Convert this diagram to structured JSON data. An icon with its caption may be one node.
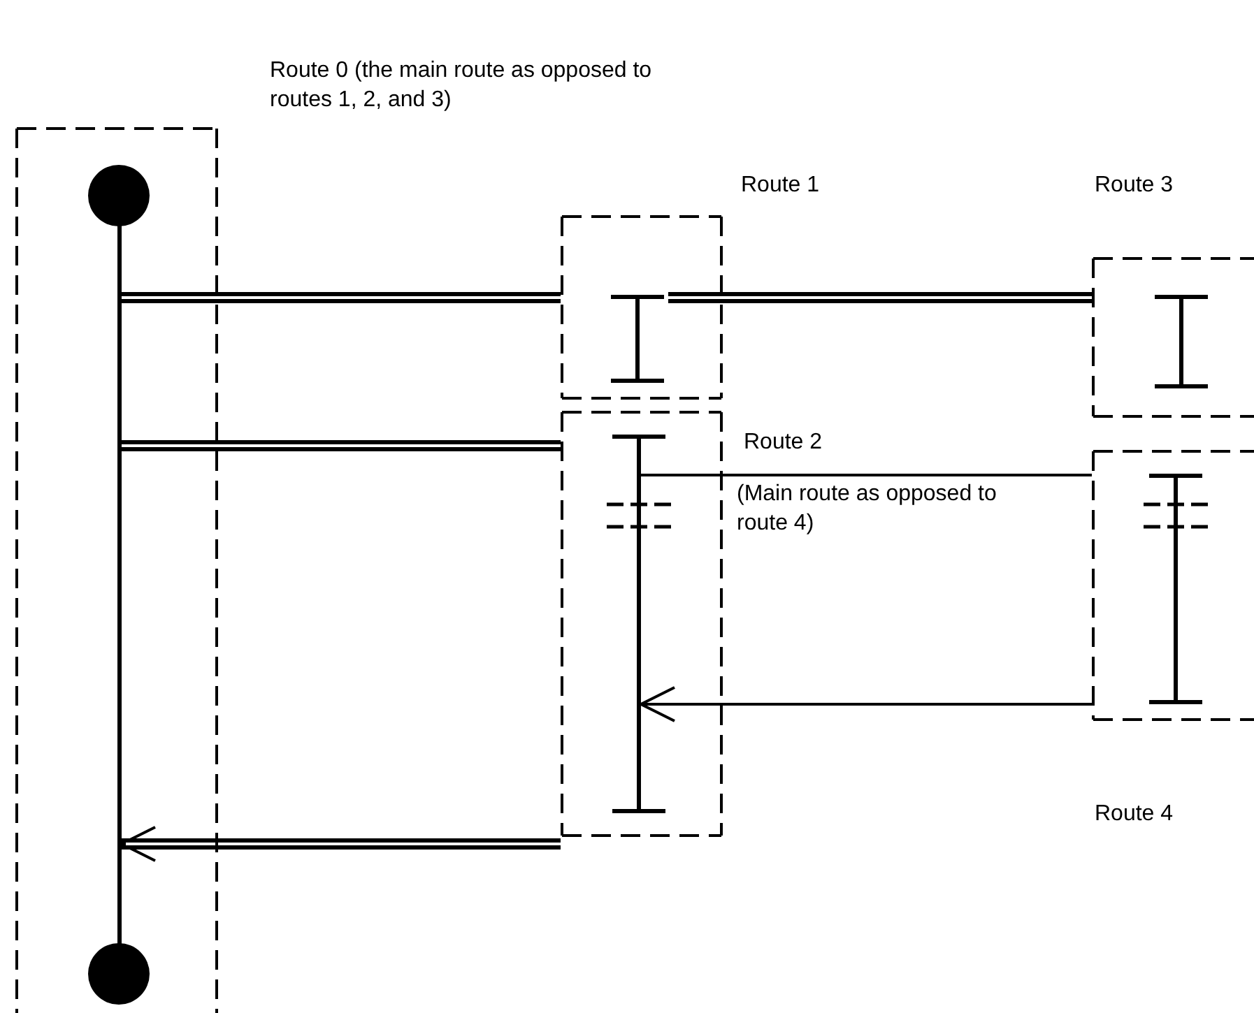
{
  "diagram": {
    "nodes": [
      {
        "text": [
          "Route 0 (the main route as opposed to routes 1, 2, and 3)"
        ]
      },
      {
        "text": [],
        "shape": "circle",
        "in": 0
      },
      {
        "text": [],
        "shape": "bar",
        "in": 0
      },
      {
        "text": [],
        "shape": "circle",
        "in": 0
      },
      {
        "text": [
          "Route 1"
        ]
      },
      {
        "text": [],
        "shape": "bar",
        "in": 4
      },
      {
        "text": [
          "Route 2",
          "(Main route as opposed to route 4)"
        ]
      },
      {
        "text": [],
        "shape": "bar",
        "in": 6
      },
      {
        "text": [
          "Route 3"
        ]
      },
      {
        "text": [],
        "shape": "bar",
        "in": 8
      },
      {
        "text": [
          "Route 4"
        ]
      },
      {
        "text": [],
        "shape": "bar",
        "in": 10
      }
    ],
    "edges": [
      {
        "from": 2,
        "to": 4,
        "arrow": "none"
      },
      {
        "from": 2,
        "to": 6,
        "arrow": "none"
      },
      {
        "from": 6,
        "to": 2,
        "arrow": "to"
      },
      {
        "from": 5,
        "to": 8,
        "arrow": "none"
      },
      {
        "from": 7,
        "to": 10,
        "arrow": "none"
      },
      {
        "from": 10,
        "to": 7,
        "arrow": "to"
      }
    ]
  }
}
